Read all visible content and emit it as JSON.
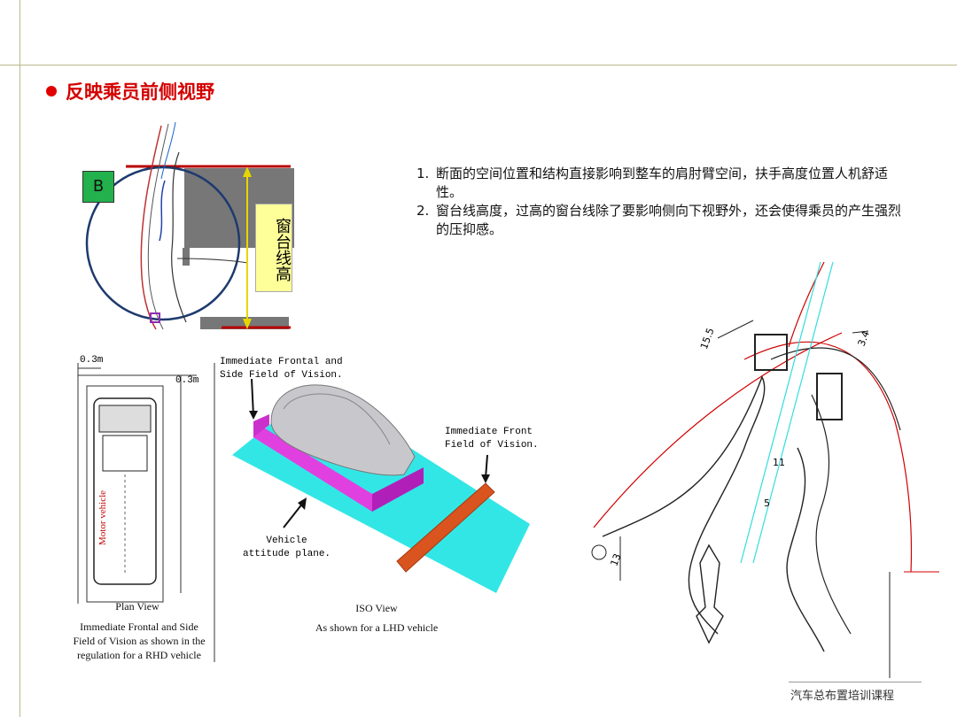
{
  "slide": {
    "title": "反映乘员前侧视野",
    "notes": [
      {
        "num": "1.",
        "text": "断面的空间位置和结构直接影响到整车的肩肘臂空间，扶手高度位置人机舒适性。"
      },
      {
        "num": "2.",
        "text": "窗台线高度，过高的窗台线除了要影响侧向下视野外，还会使得乘员的产生强烈的压抑感。"
      }
    ],
    "footer": "汽车总布置培训课程",
    "colors": {
      "title": "#d40000",
      "rule": "#b7b98a",
      "label_green": "#22b14c",
      "label_yellow": "#ffff99"
    }
  },
  "section_diagram": {
    "b_label": "B",
    "window_label": "窗台线高"
  },
  "plan_view": {
    "dim_top": "0.3m",
    "dim_right": "0.3m",
    "vehicle_label": "Motor vehicle",
    "caption_title": "Plan View",
    "caption_lines": [
      "Immediate Frontal and Side",
      "Field of Vision as shown in the",
      "regulation for a RHD vehicle"
    ]
  },
  "iso_view": {
    "label_frontal_side": [
      "Immediate Frontal and",
      "Side Field of Vision."
    ],
    "label_front": [
      "Immediate Front",
      "Field of Vision."
    ],
    "label_plane": [
      "Vehicle",
      "attitude plane."
    ],
    "caption_title": "ISO View",
    "caption_sub": "As shown for a LHD vehicle"
  },
  "seal_section": {
    "dims": [
      "15.5",
      "3.4",
      "11",
      "5",
      "13"
    ]
  }
}
